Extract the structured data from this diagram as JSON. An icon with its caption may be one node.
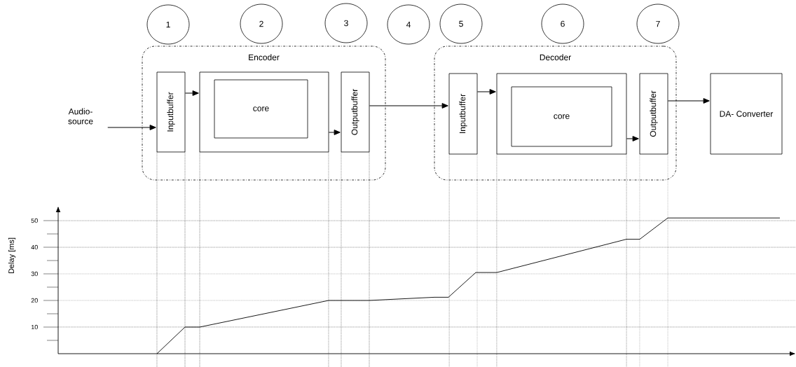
{
  "diagram": {
    "nodes": [
      {
        "text": [
          "Audio- source"
        ]
      },
      {
        "text": [
          "Encoder"
        ]
      },
      {
        "text": [
          "Inputbuffer"
        ],
        "in": 1
      },
      {
        "text": [],
        "shape": "box",
        "in": 1
      },
      {
        "text": [
          "core"
        ],
        "in": 3
      },
      {
        "text": [
          "Outputbuffer"
        ],
        "in": 1
      },
      {
        "text": [
          "Decoder"
        ]
      },
      {
        "text": [
          "Inputbuffer"
        ],
        "in": 6
      },
      {
        "text": [],
        "shape": "box",
        "in": 6
      },
      {
        "text": [
          "core"
        ],
        "in": 8
      },
      {
        "text": [
          "Outputbuffer"
        ],
        "in": 6
      },
      {
        "text": [
          "DA- Converter"
        ]
      },
      {
        "text": [
          "1"
        ]
      },
      {
        "text": [
          "2"
        ]
      },
      {
        "text": [
          "3"
        ]
      },
      {
        "text": [
          "4"
        ]
      },
      {
        "text": [
          "5"
        ]
      },
      {
        "text": [
          "6"
        ]
      },
      {
        "text": [
          "7"
        ]
      }
    ],
    "edges": [
      {
        "from": 0,
        "to": 2,
        "arrow": "to"
      },
      {
        "from": 2,
        "to": 3,
        "arrow": "to"
      },
      {
        "from": 3,
        "to": 5,
        "arrow": "to"
      },
      {
        "from": 5,
        "to": 7,
        "arrow": "to"
      },
      {
        "from": 7,
        "to": 8,
        "arrow": "to"
      },
      {
        "from": 8,
        "to": 10,
        "arrow": "to"
      },
      {
        "from": 10,
        "to": 11,
        "arrow": "to"
      }
    ],
    "labels": [
      "50",
      "40",
      "30",
      "20",
      "10",
      "Delay [ms]"
    ]
  }
}
